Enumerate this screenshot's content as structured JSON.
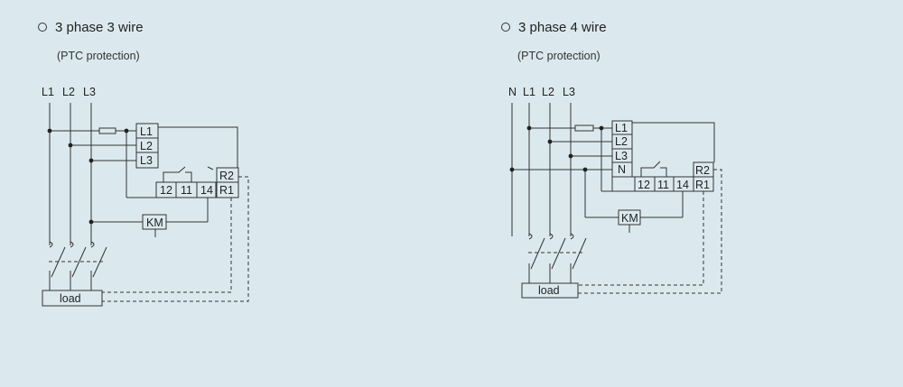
{
  "left": {
    "title": "3 phase 3 wire",
    "subtitle": "(PTC protection)",
    "lines": [
      "L1",
      "L2",
      "L3"
    ],
    "relay_inputs": [
      "L1",
      "L2",
      "L3"
    ],
    "contacts": [
      "12",
      "11",
      "14"
    ],
    "ptc": [
      "R2",
      "R1"
    ],
    "contactor": "KM",
    "load": "load"
  },
  "right": {
    "title": "3 phase 4 wire",
    "subtitle": "(PTC protection)",
    "lines": [
      "N",
      "L1",
      "L2",
      "L3"
    ],
    "relay_inputs": [
      "L1",
      "L2",
      "L3",
      "N"
    ],
    "contacts": [
      "12",
      "11",
      "14"
    ],
    "ptc": [
      "R2",
      "R1"
    ],
    "contactor": "KM",
    "load": "load"
  }
}
